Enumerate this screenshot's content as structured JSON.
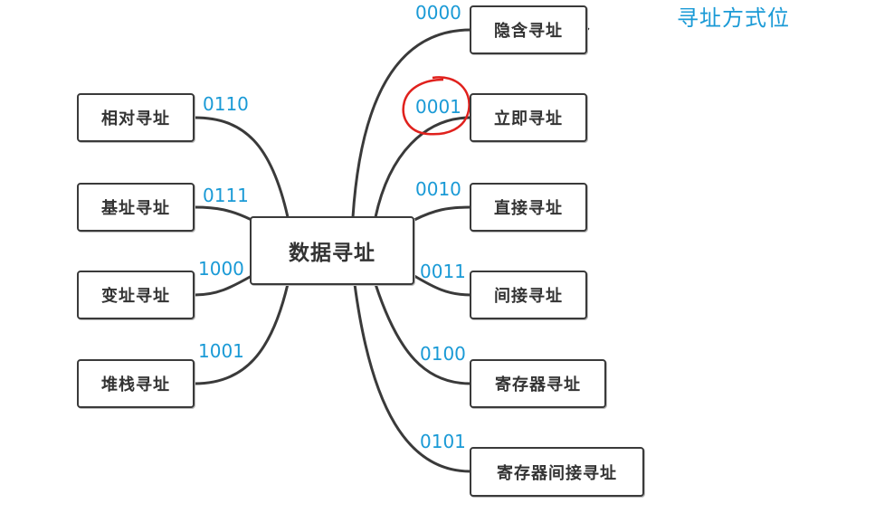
{
  "title": "寻址方式位",
  "center": {
    "label": "数据寻址"
  },
  "left_nodes": [
    {
      "label": "相对寻址",
      "code": "0110"
    },
    {
      "label": "基址寻址",
      "code": "0111"
    },
    {
      "label": "变址寻址",
      "code": "1000"
    },
    {
      "label": "堆栈寻址",
      "code": "1001"
    }
  ],
  "right_nodes": [
    {
      "label": "隐含寻址",
      "code": "0000"
    },
    {
      "label": "立即寻址",
      "code": "0001"
    },
    {
      "label": "直接寻址",
      "code": "0010"
    },
    {
      "label": "间接寻址",
      "code": "0011"
    },
    {
      "label": "寄存器寻址",
      "code": "0100"
    },
    {
      "label": "寄存器间接寻址",
      "code": "0101"
    }
  ],
  "annotation": {
    "circled_code": "0001",
    "circle_color": "#e0211d"
  },
  "colors": {
    "code": "#1a9ad6",
    "line": "#3a3a3a",
    "border": "#3a3a3a"
  }
}
